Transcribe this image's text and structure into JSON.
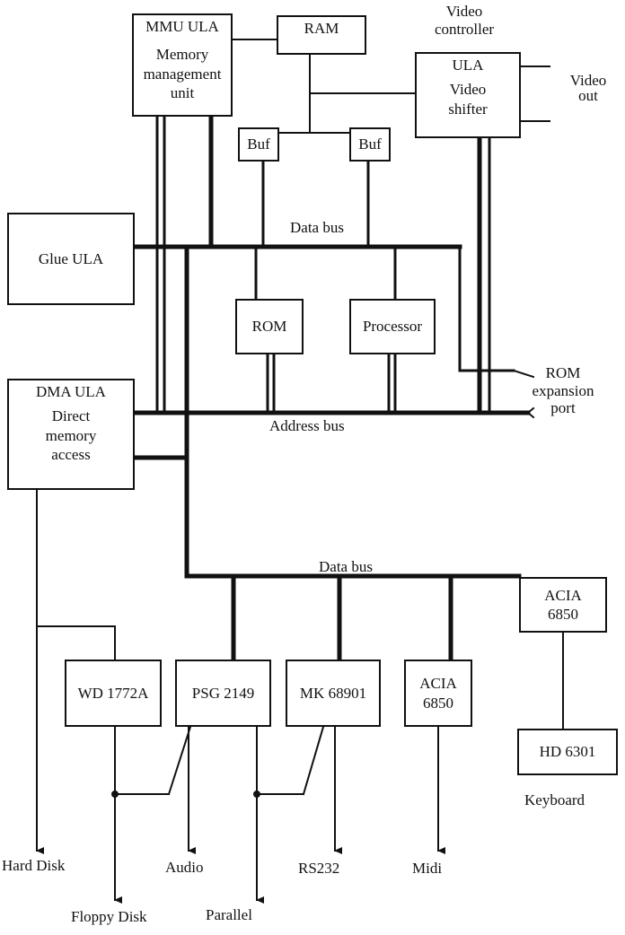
{
  "blocks": {
    "mmu": {
      "title": "MMU ULA",
      "line1": "Memory",
      "line2": "management",
      "line3": "unit"
    },
    "ram": {
      "title": "RAM"
    },
    "video": {
      "title": "ULA",
      "line1": "Video",
      "line2": "shifter"
    },
    "buf_left": {
      "title": "Buf"
    },
    "buf_right": {
      "title": "Buf"
    },
    "glue": {
      "title": "Glue ULA"
    },
    "rom": {
      "title": "ROM"
    },
    "processor": {
      "title": "Processor"
    },
    "dma": {
      "title": "DMA ULA",
      "line1": "Direct",
      "line2": "memory",
      "line3": "access"
    },
    "wd": {
      "title": "WD 1772A"
    },
    "psg": {
      "title": "PSG 2149"
    },
    "mk": {
      "title": "MK 68901"
    },
    "acia_midi": {
      "title": "ACIA",
      "line1": "6850"
    },
    "acia_kbd": {
      "title": "ACIA",
      "line1": "6850"
    },
    "hd": {
      "title": "HD 6301"
    }
  },
  "labels": {
    "video_controller_1": "Video",
    "video_controller_2": "controller",
    "video_out_1": "Video",
    "video_out_2": "out",
    "data_bus_upper": "Data bus",
    "address_bus": "Address bus",
    "rom_port_1": "ROM",
    "rom_port_2": "expansion",
    "rom_port_3": "port",
    "data_bus_lower": "Data bus",
    "keyboard": "Keyboard",
    "hard_disk": "Hard Disk",
    "floppy_disk": "Floppy Disk",
    "audio": "Audio",
    "parallel": "Parallel",
    "rs232": "RS232",
    "midi": "Midi"
  }
}
